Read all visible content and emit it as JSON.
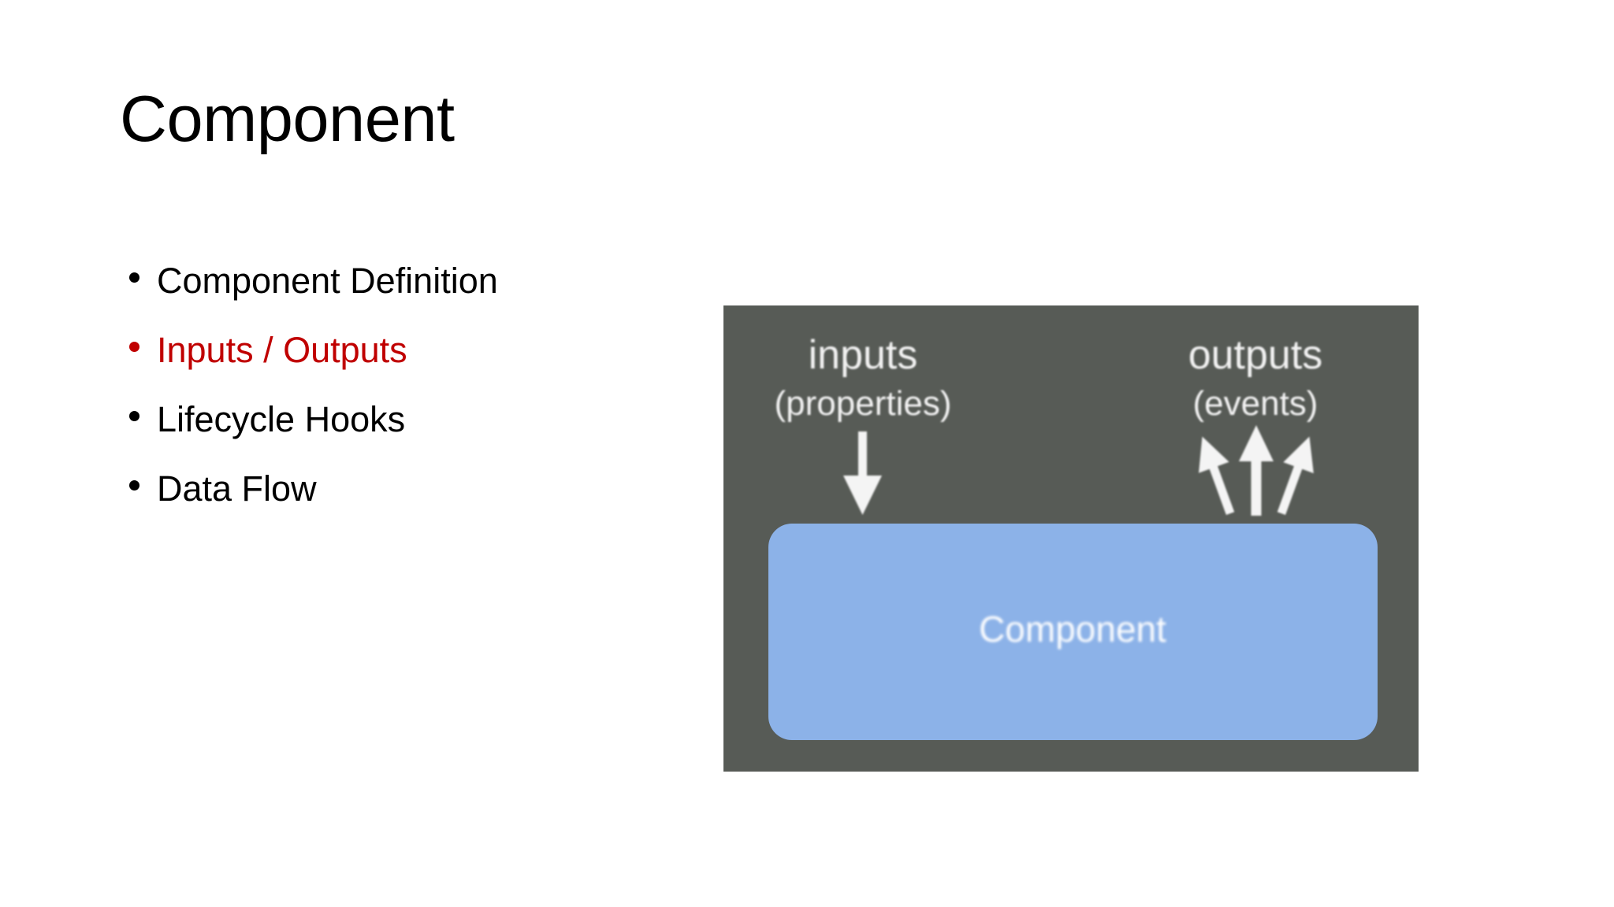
{
  "slide": {
    "title": "Component",
    "background_color": "#FFFFFF",
    "bullets": [
      {
        "label": "Component Definition",
        "color": "#000000",
        "highlighted": false
      },
      {
        "label": "Inputs / Outputs",
        "color": "#C00000",
        "highlighted": true
      },
      {
        "label": "Lifecycle Hooks",
        "color": "#000000",
        "highlighted": false
      },
      {
        "label": "Data Flow",
        "color": "#000000",
        "highlighted": false
      }
    ]
  },
  "diagram": {
    "panel_color": "#575B56",
    "box_color": "#8CB2E8",
    "text_color": "#F2F2F2",
    "inputs": {
      "title": "inputs",
      "subtitle": "(properties)",
      "arrow_direction": "down",
      "arrow_count": 1
    },
    "outputs": {
      "title": "outputs",
      "subtitle": "(events)",
      "arrow_direction": "up",
      "arrow_count": 3
    },
    "component_box": {
      "label": "Component"
    }
  }
}
